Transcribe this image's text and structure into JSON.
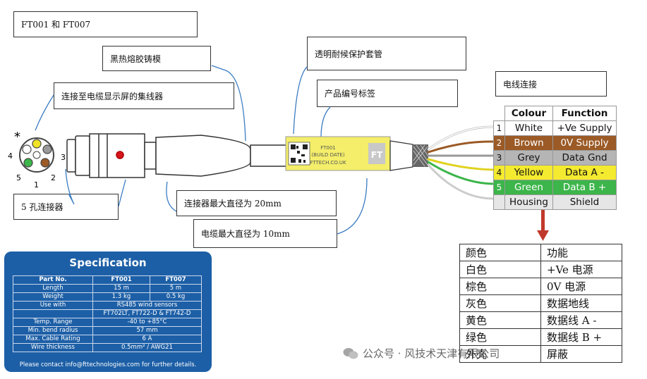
{
  "callouts": {
    "models": "FT001 和 FT007",
    "black_mold": "黑热熔胶铸模",
    "transparent_sleeve": "透明耐候保护套管",
    "connect_hub": "连接至电缆显示屏的集线器",
    "label": "产品编号标签",
    "wire_connection": "电线连接",
    "connector_5pin": "5 孔连接器",
    "connector_dia": "连接器最大直径为 20mm",
    "cable_dia": "电缆最大直径为 10mm"
  },
  "connector_pins": {
    "star": "*",
    "p4": "4",
    "p3": "3",
    "p5": "5",
    "p1": "1",
    "p2": "2"
  },
  "cable_label": {
    "line1": "FT001",
    "line2": "(BUILD DATE)",
    "line3": "FTTECH.CO.UK",
    "logo": "FT"
  },
  "wire_table": {
    "headers": {
      "colour": "Colour",
      "function": "Function"
    },
    "rows": [
      {
        "num": "1",
        "colour": "White",
        "function": "+Ve Supply",
        "color": "#ffffff"
      },
      {
        "num": "2",
        "colour": "Brown",
        "function": "0V Supply",
        "color": "#9b5a26"
      },
      {
        "num": "3",
        "colour": "Grey",
        "function": "Data Gnd",
        "color": "#b5b5b5"
      },
      {
        "num": "4",
        "colour": "Yellow",
        "function": "Data A -",
        "color": "#f4ea2f"
      },
      {
        "num": "5",
        "colour": "Green",
        "function": "Data B +",
        "color": "#3cb54a"
      },
      {
        "num": "",
        "colour": "Housing",
        "function": "Shield",
        "color": "#e6e6e6"
      }
    ]
  },
  "chinese_table": [
    [
      "颜色",
      "功能"
    ],
    [
      "白色",
      "+Ve 电源"
    ],
    [
      "棕色",
      "0V 电源"
    ],
    [
      "灰色",
      "数据地线"
    ],
    [
      "黄色",
      "数据线 A -"
    ],
    [
      "绿色",
      "数据线 B +"
    ],
    [
      "外壳",
      "屏蔽"
    ]
  ],
  "spec": {
    "title": "Specification",
    "rows": [
      [
        "Part No.",
        "FT001",
        "FT007"
      ],
      [
        "Length",
        "15 m",
        "5 m"
      ],
      [
        "Weight",
        "1.3 kg",
        "0.5 kg"
      ],
      [
        "Use with",
        "RS485 wind sensors"
      ],
      [
        "",
        "FT702LT, FT722-D & FT742-D"
      ],
      [
        "Temp. Range",
        "-40 to +85°C"
      ],
      [
        "Min. bend radius",
        "57 mm"
      ],
      [
        "Max. Cable Rating",
        "6 A"
      ],
      [
        "Wire thickness",
        "0.5mm² / AWG21"
      ]
    ],
    "footer": "Please contact info@fttechnologies.com for further details."
  },
  "watermark": "公众号 · 风技术天津有限公司"
}
